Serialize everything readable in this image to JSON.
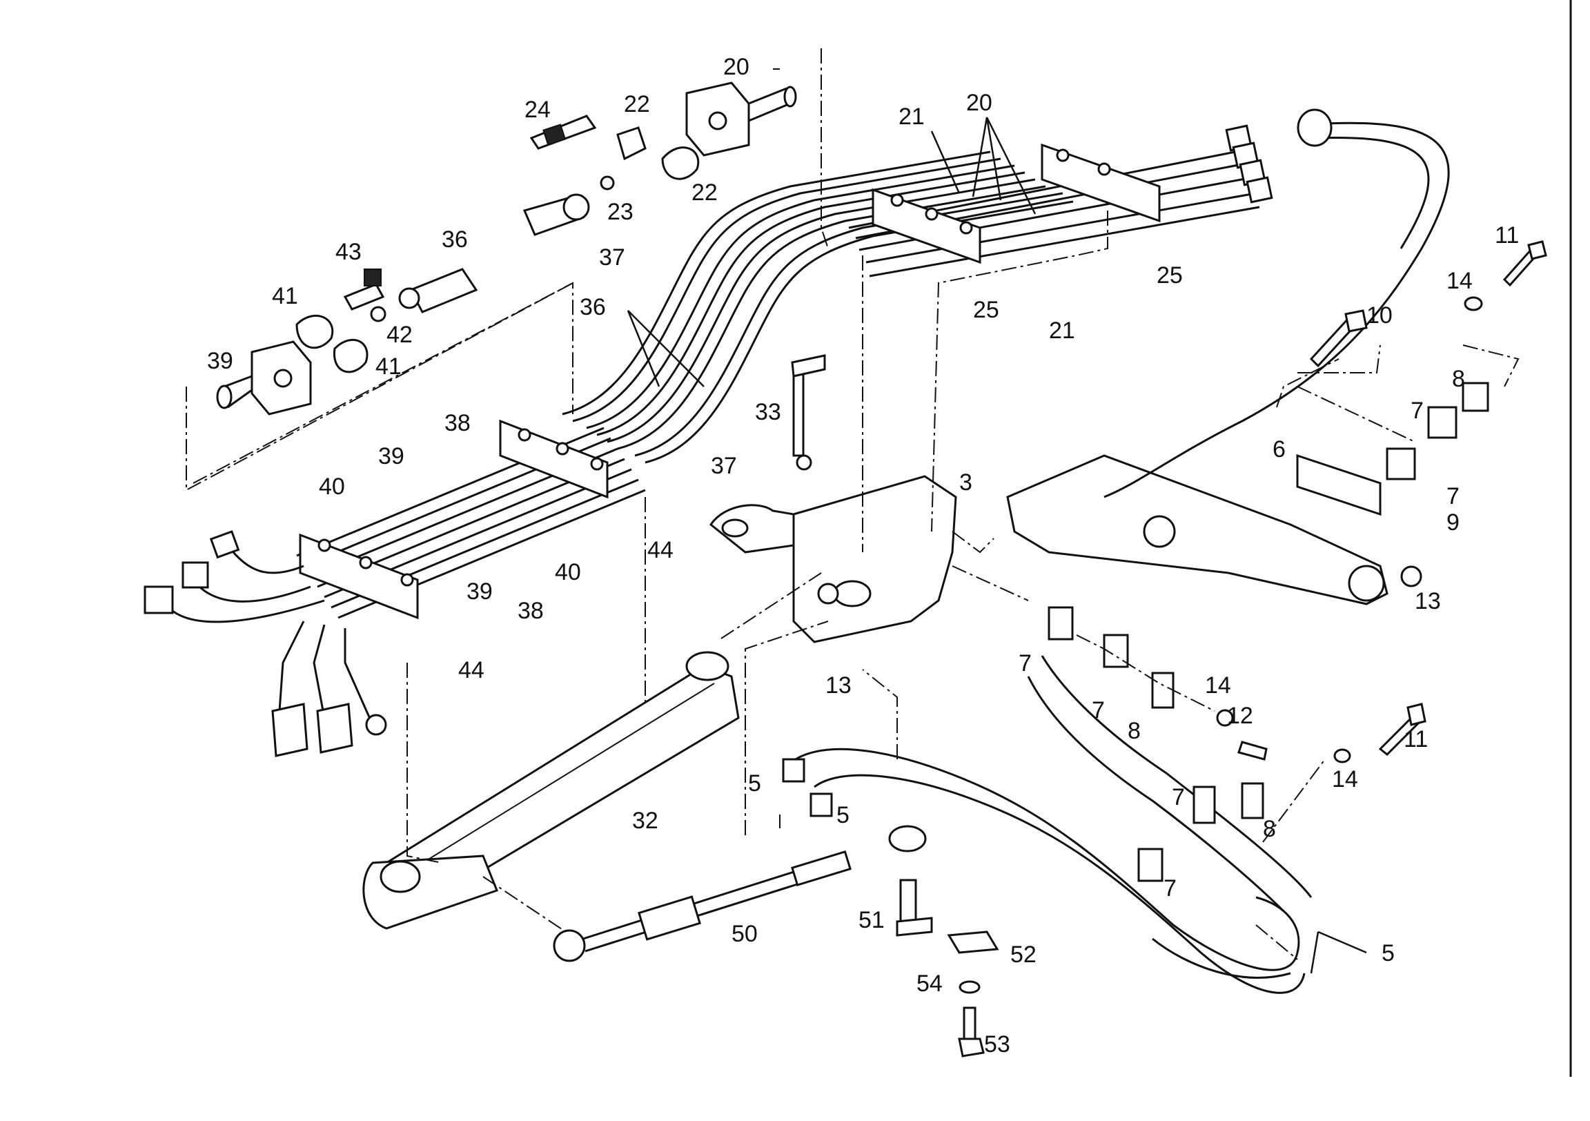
{
  "labels": [
    {
      "id": "l-20a",
      "text": "20"
    },
    {
      "id": "l-24",
      "text": "24"
    },
    {
      "id": "l-22a",
      "text": "22"
    },
    {
      "id": "l-22b",
      "text": "22"
    },
    {
      "id": "l-23",
      "text": "23"
    },
    {
      "id": "l-21a",
      "text": "21"
    },
    {
      "id": "l-20b",
      "text": "20"
    },
    {
      "id": "l-25a",
      "text": "25"
    },
    {
      "id": "l-25b",
      "text": "25"
    },
    {
      "id": "l-21b",
      "text": "21"
    },
    {
      "id": "l-43",
      "text": "43"
    },
    {
      "id": "l-36a",
      "text": "36"
    },
    {
      "id": "l-41a",
      "text": "41"
    },
    {
      "id": "l-42",
      "text": "42"
    },
    {
      "id": "l-41b",
      "text": "41"
    },
    {
      "id": "l-39a",
      "text": "39"
    },
    {
      "id": "l-37a",
      "text": "37"
    },
    {
      "id": "l-36b",
      "text": "36"
    },
    {
      "id": "l-37b",
      "text": "37"
    },
    {
      "id": "l-38a",
      "text": "38"
    },
    {
      "id": "l-39b",
      "text": "39"
    },
    {
      "id": "l-40a",
      "text": "40"
    },
    {
      "id": "l-40b",
      "text": "40"
    },
    {
      "id": "l-39c",
      "text": "39"
    },
    {
      "id": "l-38b",
      "text": "38"
    },
    {
      "id": "l-44a",
      "text": "44"
    },
    {
      "id": "l-44b",
      "text": "44"
    },
    {
      "id": "l-33",
      "text": "33"
    },
    {
      "id": "l-3",
      "text": "3"
    },
    {
      "id": "l-13a",
      "text": "13"
    },
    {
      "id": "l-11a",
      "text": "11"
    },
    {
      "id": "l-14a",
      "text": "14"
    },
    {
      "id": "l-10",
      "text": "10"
    },
    {
      "id": "l-8a",
      "text": "8"
    },
    {
      "id": "l-7a",
      "text": "7"
    },
    {
      "id": "l-6",
      "text": "6"
    },
    {
      "id": "l-7b",
      "text": "7"
    },
    {
      "id": "l-9",
      "text": "9"
    },
    {
      "id": "l-13b",
      "text": "13"
    },
    {
      "id": "l-7c",
      "text": "7"
    },
    {
      "id": "l-7d",
      "text": "7"
    },
    {
      "id": "l-8b",
      "text": "8"
    },
    {
      "id": "l-14b",
      "text": "14"
    },
    {
      "id": "l-12",
      "text": "12"
    },
    {
      "id": "l-11b",
      "text": "11"
    },
    {
      "id": "l-14c",
      "text": "14"
    },
    {
      "id": "l-7e",
      "text": "7"
    },
    {
      "id": "l-8c",
      "text": "8"
    },
    {
      "id": "l-7f",
      "text": "7"
    },
    {
      "id": "l-5a",
      "text": "5"
    },
    {
      "id": "l-5b",
      "text": "5"
    },
    {
      "id": "l-32",
      "text": "32"
    },
    {
      "id": "l-50",
      "text": "50"
    },
    {
      "id": "l-51",
      "text": "51"
    },
    {
      "id": "l-52",
      "text": "52"
    },
    {
      "id": "l-54",
      "text": "54"
    },
    {
      "id": "l-53",
      "text": "53"
    },
    {
      "id": "l-5c",
      "text": "5"
    }
  ]
}
